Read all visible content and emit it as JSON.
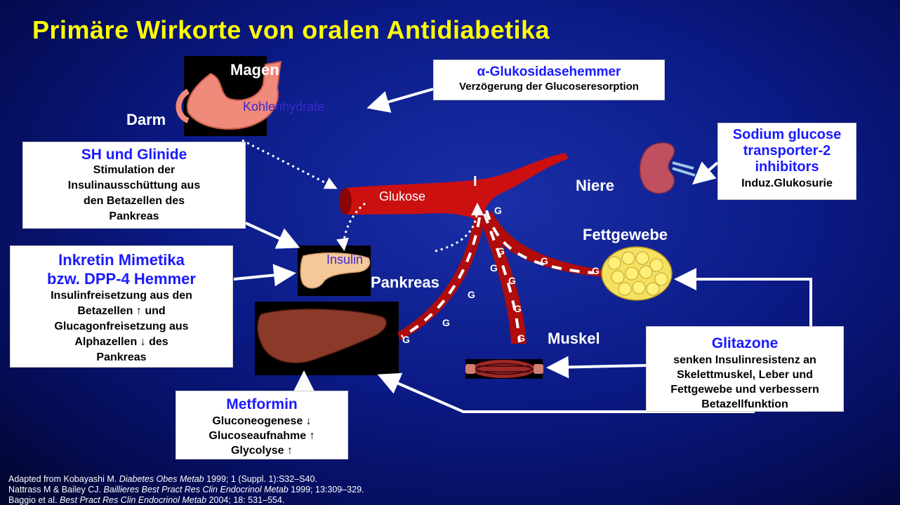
{
  "title": "Primäre Wirkorte von oralen Antidiabetika",
  "labels": {
    "magen": "Magen",
    "kohlenhydrate": "Kohlenhydrate",
    "darm": "Darm",
    "glukose": "Glukose",
    "i_marker": "I",
    "insulin": "Insulin",
    "pankreas": "Pankreas",
    "niere": "Niere",
    "fettgewebe": "Fettgewebe",
    "muskel": "Muskel",
    "g": "G"
  },
  "boxes": {
    "alpha": {
      "head": "α-Glukosidasehemmer",
      "body": "Verzögerung der Glucoseresorption"
    },
    "sglt2": {
      "head": [
        "Sodium glucose",
        "transporter-2",
        "inhibitors"
      ],
      "body": "Induz.Glukosurie"
    },
    "sh": {
      "head": "SH und Glinide",
      "body": [
        "Stimulation der",
        "Insulinausschüttung aus",
        "den Betazellen des",
        "Pankreas"
      ]
    },
    "inkretin": {
      "head": [
        "Inkretin Mimetika",
        "bzw. DPP-4 Hemmer"
      ],
      "body": [
        "Insulinfreisetzung aus den",
        "Betazellen ↑ und",
        "Glucagonfreisetzung aus",
        "Alphazellen ↓ des",
        "Pankreas"
      ]
    },
    "metformin": {
      "head": "Metformin",
      "body": [
        "Gluconeogenese ↓",
        "Glucoseaufnahme ↑",
        "Glycolyse ↑"
      ]
    },
    "glitazone": {
      "head": "Glitazone",
      "body": [
        "senken Insulinresistenz an",
        "Skelettmuskel, Leber und",
        "Fettgewebe und verbessern",
        "Betazellfunktion"
      ]
    }
  },
  "references": [
    {
      "pre": "Adapted from Kobayashi M. ",
      "journal": "Diabetes Obes Metab",
      "post": " 1999; 1 (Suppl. 1):S32–S40."
    },
    {
      "pre": "Nattrass M & Bailey CJ. ",
      "journal": "Baillieres Best Pract Res Clin Endocrinol Metab",
      "post": " 1999; 13:309–329."
    },
    {
      "pre": "Baggio et al. ",
      "journal": "Best Pract Res Clin Endocrinol Metab",
      "post": " 2004; 18: 531–554."
    }
  ],
  "colors": {
    "background": "#0b1a86",
    "title": "#ffff00",
    "box_heading": "#1a1aff",
    "vessel": "#cc1010",
    "stomach": "#f08a7a",
    "pancreas": "#f5c89a",
    "liver": "#8b3a2a",
    "fat": "#f5e060"
  }
}
